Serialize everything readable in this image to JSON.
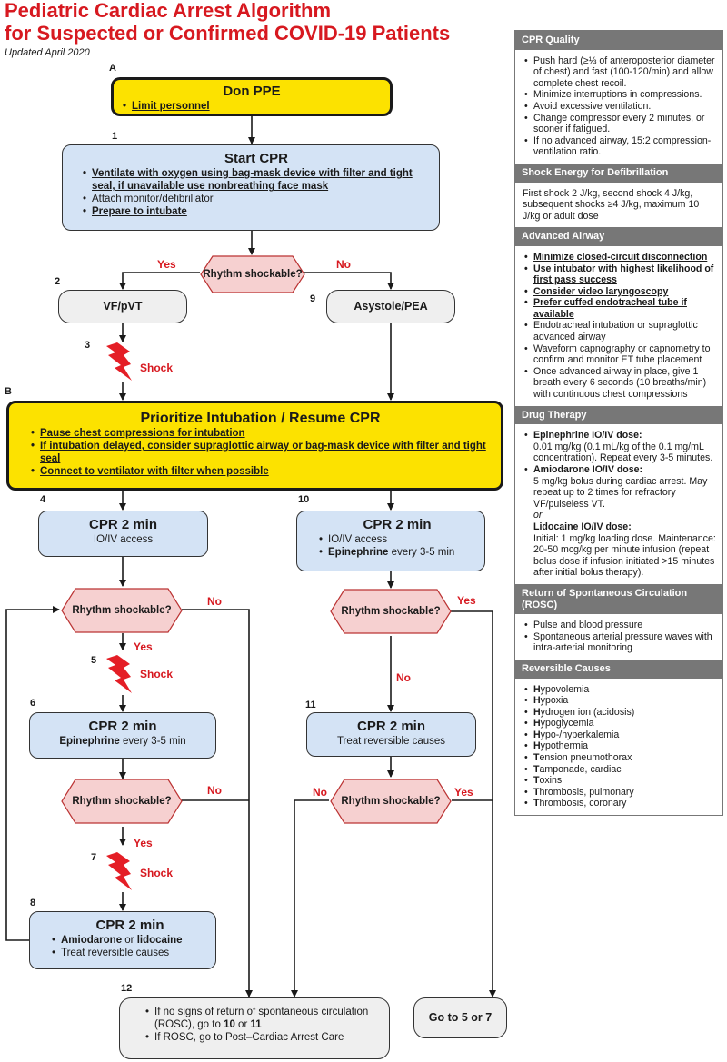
{
  "title_line1": "Pediatric Cardiac Arrest Algorithm",
  "title_line2": "for Suspected or Confirmed COVID-19 Patients",
  "updated": "Updated April 2020",
  "colors": {
    "title_red": "#d71920",
    "yellow": "#fce200",
    "blue": "#d4e3f5",
    "grey": "#efefef",
    "hex_pink": "#f6d0d0",
    "panel_header": "#777777"
  },
  "labels": {
    "A": "A",
    "B": "B",
    "n1": "1",
    "n2": "2",
    "n3": "3",
    "n4": "4",
    "n5": "5",
    "n6": "6",
    "n7": "7",
    "n8": "8",
    "n9": "9",
    "n10": "10",
    "n11": "11",
    "n12": "12"
  },
  "boxA": {
    "title": "Don PPE",
    "items": [
      "Limit personnel"
    ]
  },
  "box1": {
    "title": "Start CPR",
    "items": [
      "Ventilate with oxygen using bag-mask device with filter and tight seal, if unavailable use nonbreathing face mask",
      "Attach monitor/defibrillator",
      "Prepare to intubate"
    ]
  },
  "rhythm": "Rhythm shockable?",
  "yes": "Yes",
  "no": "No",
  "shock": "Shock",
  "box2": "VF/pVT",
  "box9": "Asystole/PEA",
  "boxB": {
    "title": "Prioritize Intubation / Resume CPR",
    "items": [
      "Pause chest compressions for intubation",
      "If intubation delayed, consider supraglottic airway or bag-mask device with filter and tight seal",
      "Connect to ventilator with filter when possible"
    ]
  },
  "box4": {
    "title": "CPR 2 min",
    "text": "IO/IV access"
  },
  "box10": {
    "title": "CPR 2 min",
    "item1": "IO/IV access",
    "item2_bold": "Epinephrine",
    "item2_rest": " every 3-5 min"
  },
  "box6": {
    "title": "CPR 2 min",
    "bold": "Epinephrine",
    "rest": " every 3-5 min"
  },
  "box11": {
    "title": "CPR 2 min",
    "text": "Treat reversible causes"
  },
  "box8": {
    "title": "CPR 2 min",
    "item1_bold1": "Amiodarone",
    "item1_or": " or ",
    "item1_bold2": "lidocaine",
    "item2": "Treat reversible causes"
  },
  "box12": {
    "item1_pre": "If no signs of return of spontaneous circulation (ROSC), go to ",
    "item1_b1": "10",
    "item1_or": " or ",
    "item1_b2": "11",
    "item2": "If ROSC, go to Post–Cardiac Arrest Care"
  },
  "goto": "Go to 5 or 7",
  "panel": {
    "cpr_quality": {
      "header": "CPR Quality",
      "items": [
        "Push hard (≥⅓ of anteroposterior diameter of chest) and fast (100-120/min) and allow complete chest recoil.",
        "Minimize interruptions in compressions.",
        "Avoid excessive ventilation.",
        "Change compressor every 2 minutes, or sooner if fatigued.",
        "If no advanced airway, 15:2 compression-ventilation ratio."
      ]
    },
    "shock_energy": {
      "header": "Shock Energy for Defibrillation",
      "text": "First shock 2 J/kg, second shock 4 J/kg, subsequent shocks ≥4 J/kg, maximum 10 J/kg or adult dose"
    },
    "advanced_airway": {
      "header": "Advanced Airway",
      "bold_items": [
        "Minimize closed-circuit disconnection",
        "Use intubator with highest likelihood of first pass success",
        "Consider video laryngoscopy",
        "Prefer cuffed endotracheal tube if available"
      ],
      "items": [
        "Endotracheal intubation or supraglottic advanced airway",
        "Waveform capnography or capnometry to confirm and monitor ET tube placement",
        "Once advanced airway in place, give 1 breath every 6 seconds (10 breaths/min) with continuous chest compressions"
      ]
    },
    "drug_therapy": {
      "header": "Drug Therapy",
      "epi_head": "Epinephrine IO/IV dose:",
      "epi_text": "0.01 mg/kg (0.1 mL/kg of the 0.1 mg/mL concentration). Repeat every 3-5 minutes.",
      "amio_head": "Amiodarone IO/IV dose:",
      "amio_text": "5 mg/kg bolus during cardiac arrest. May repeat up to 2 times for refractory VF/pulseless VT.",
      "or": "or",
      "lido_head": "Lidocaine IO/IV dose:",
      "lido_text": "Initial: 1 mg/kg loading dose. Maintenance: 20-50 mcg/kg per minute infusion (repeat bolus dose if infusion initiated >15 minutes after initial bolus therapy)."
    },
    "rosc": {
      "header": "Return of Spontaneous Circulation (ROSC)",
      "items": [
        "Pulse and blood pressure",
        "Spontaneous arterial pressure waves with intra-arterial monitoring"
      ]
    },
    "reversible": {
      "header": "Reversible Causes",
      "items": [
        [
          "H",
          "ypovolemia"
        ],
        [
          "H",
          "ypoxia"
        ],
        [
          "H",
          "ydrogen ion (acidosis)"
        ],
        [
          "H",
          "ypoglycemia"
        ],
        [
          "H",
          "ypo-/hyperkalemia"
        ],
        [
          "H",
          "ypothermia"
        ],
        [
          "T",
          "ension pneumothorax"
        ],
        [
          "T",
          "amponade, cardiac"
        ],
        [
          "T",
          "oxins"
        ],
        [
          "T",
          "hrombosis, pulmonary"
        ],
        [
          "T",
          "hrombosis, coronary"
        ]
      ]
    }
  }
}
